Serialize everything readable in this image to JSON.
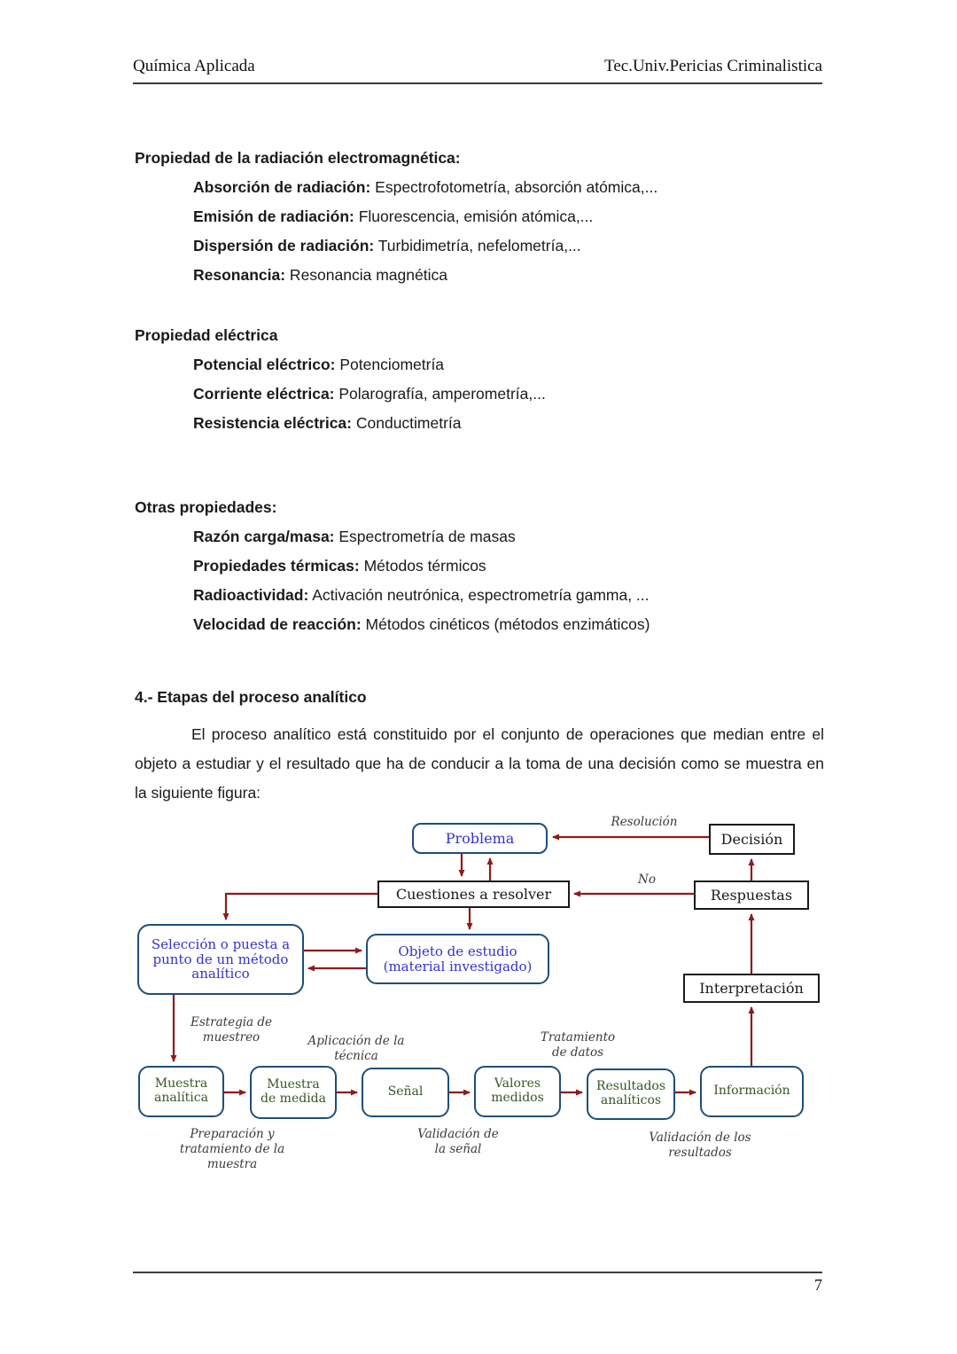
{
  "header": {
    "left": "Química Aplicada",
    "right": "Tec.Univ.Pericias Criminalistica"
  },
  "sections": [
    {
      "title": "Propiedad de la radiación electromagnética:",
      "items": [
        {
          "label": "Absorción de radiación:",
          "text": " Espectrofotometría, absorción atómica,..."
        },
        {
          "label": "Emisión de radiación:",
          "text": " Fluorescencia, emisión atómica,..."
        },
        {
          "label": "Dispersión de radiación:",
          "text": " Turbidimetría, nefelometría,..."
        },
        {
          "label": "Resonancia:",
          "text": " Resonancia magnética"
        }
      ]
    },
    {
      "title": "Propiedad eléctrica",
      "items": [
        {
          "label": "Potencial eléctrico:",
          "text": " Potenciometría"
        },
        {
          "label": "Corriente eléctrica:",
          "text": " Polarografía, amperometría,..."
        },
        {
          "label": "Resistencia eléctrica:",
          "text": " Conductimetría"
        }
      ]
    },
    {
      "title": "Otras propiedades:",
      "items": [
        {
          "label": "Razón carga/masa:",
          "text": " Espectrometría de masas"
        },
        {
          "label": "Propiedades térmicas:",
          "text": " Métodos térmicos"
        },
        {
          "label": "Radioactividad:",
          "text": " Activación neutrónica, espectrometría gamma, ..."
        },
        {
          "label": "Velocidad de reacción:",
          "text": " Métodos cinéticos (métodos enzimáticos)"
        }
      ]
    }
  ],
  "section4": {
    "heading": "4.- Etapas del proceso analítico",
    "paragraph": "El proceso analítico está constituido por el conjunto de operaciones que median entre el objeto a estudiar y el resultado que ha de conducir a la toma de una decisión como se muestra en la siguiente figura:"
  },
  "diagram": {
    "boxes": {
      "problema": "Problema",
      "decision": "Decisión",
      "cuestiones": "Cuestiones a resolver",
      "respuestas": "Respuestas",
      "seleccion": "Selección o puesta a\npunto de un método\nanalítico",
      "objeto": "Objeto de estudio\n(material investigado)",
      "interpretacion": "Interpretación",
      "muestra_analitica": "Muestra\nanalítica",
      "muestra_medida": "Muestra\nde medida",
      "senal": "Señal",
      "valores_medidos": "Valores\nmedidos",
      "resultados_analiticos": "Resultados\nanalíticos",
      "informacion": "Información"
    },
    "labels": {
      "resolucion": "Resolución",
      "no": "No",
      "estrategia": "Estrategia de\nmuestreo",
      "aplicacion": "Aplicación de la\ntécnica",
      "tratamiento": "Tratamiento\nde datos",
      "preparacion": "Preparación y\ntratamiento de la\nmuestra",
      "validacion_senal": "Validación de\nla señal",
      "validacion_resultados": "Validación de los\nresultados"
    },
    "connections": [
      {
        "from": "Decisión",
        "to": "Problema",
        "label": "Resolución"
      },
      {
        "from": "Problema",
        "to": "Cuestiones a resolver"
      },
      {
        "from": "Cuestiones a resolver",
        "to": "Problema"
      },
      {
        "from": "Respuestas",
        "to": "Cuestiones a resolver",
        "label": "No"
      },
      {
        "from": "Respuestas",
        "to": "Decisión"
      },
      {
        "from": "Cuestiones a resolver",
        "to": "Selección o puesta a punto de un método analítico"
      },
      {
        "from": "Cuestiones a resolver",
        "to": "Objeto de estudio (material investigado)"
      },
      {
        "from": "Selección o puesta a punto de un método analítico",
        "to": "Objeto de estudio (material investigado)"
      },
      {
        "from": "Objeto de estudio (material investigado)",
        "to": "Selección o puesta a punto de un método analítico"
      },
      {
        "from": "Selección o puesta a punto de un método analítico",
        "to": "Muestra analítica",
        "label": "Estrategia de muestreo"
      },
      {
        "from": "Muestra analítica",
        "to": "Muestra de medida",
        "label": "Preparación y tratamiento de la muestra"
      },
      {
        "from": "Muestra de medida",
        "to": "Señal",
        "label": "Aplicación de la técnica"
      },
      {
        "from": "Señal",
        "to": "Valores medidos",
        "label": "Validación de la señal"
      },
      {
        "from": "Valores medidos",
        "to": "Resultados analíticos",
        "label": "Tratamiento de datos"
      },
      {
        "from": "Resultados analíticos",
        "to": "Información",
        "label": "Validación de los resultados"
      },
      {
        "from": "Información",
        "to": "Interpretación"
      },
      {
        "from": "Interpretación",
        "to": "Respuestas"
      }
    ],
    "colors": {
      "arrow_red": "#8f1a1a",
      "box_border_blue": "#1f4e79",
      "box_text_blue": "#3333cc",
      "box_text_green": "#375623",
      "rect_border_black": "#1a1a1a"
    }
  },
  "footer": {
    "page_number": "7"
  }
}
